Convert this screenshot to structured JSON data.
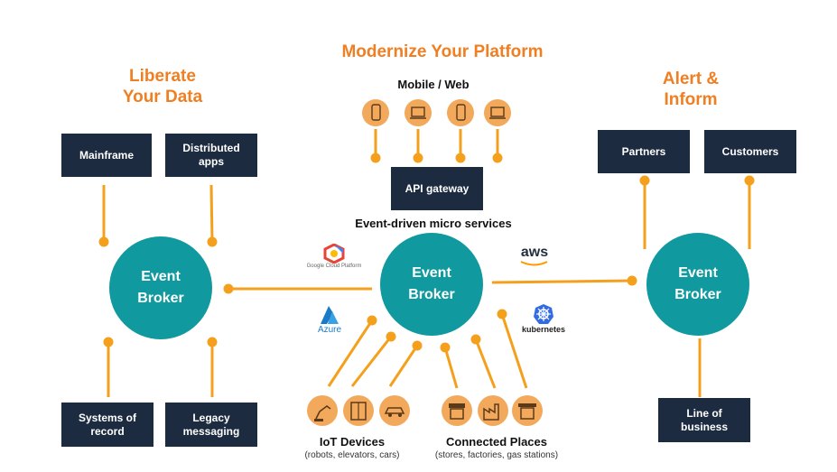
{
  "headings": {
    "modernize": "Modernize Your Platform",
    "liberate": "Liberate\nYour Data",
    "alert": "Alert &\nInform"
  },
  "sources": {
    "mainframe": "Mainframe",
    "distributed_apps": "Distributed\napps",
    "systems_of_record": "Systems of\nrecord",
    "legacy_messaging": "Legacy\nmessaging"
  },
  "targets": {
    "partners": "Partners",
    "customers": "Customers",
    "line_of_business": "Line of\nbusiness"
  },
  "center": {
    "mobile_web": "Mobile / Web",
    "api_gateway": "API gateway",
    "microservices": "Event-driven micro services"
  },
  "brokers": {
    "left": "Event\nBroker",
    "center": "Event\nBroker",
    "right": "Event\nBroker"
  },
  "bottom": {
    "iot_title": "IoT Devices",
    "iot_sub": "(robots, elevators, cars)",
    "places_title": "Connected Places",
    "places_sub": "(stores, factories, gas stations)"
  },
  "clouds": {
    "google": "Google Cloud Platform",
    "azure": "Azure",
    "aws": "aws",
    "kubernetes": "kubernetes"
  },
  "colors": {
    "accent": "#ef7f22",
    "line": "#f5a01c",
    "box": "#1c2b40",
    "broker": "#10999e",
    "icon_bg": "#f3a95b"
  }
}
